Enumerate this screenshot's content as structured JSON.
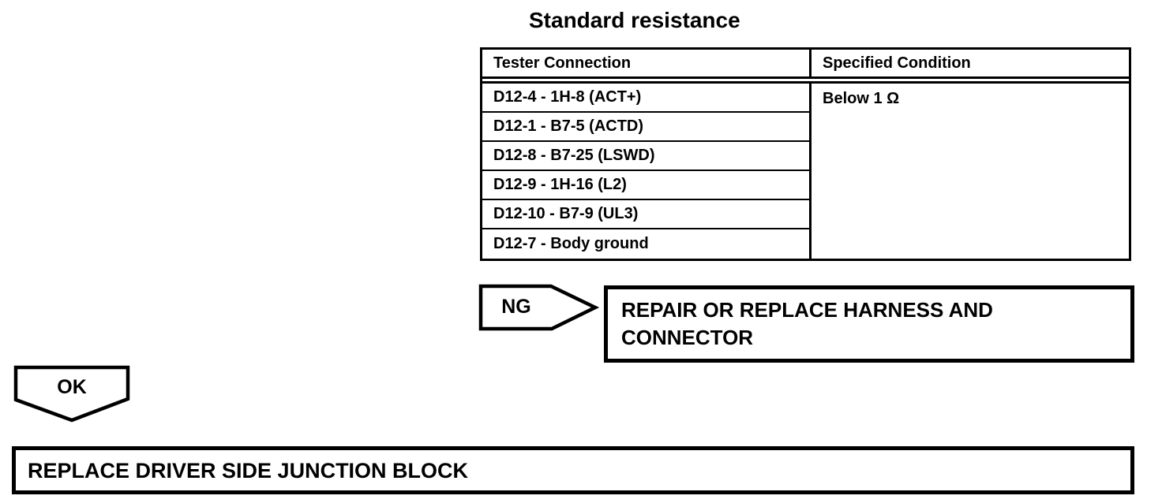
{
  "page": {
    "title": "Standard resistance"
  },
  "table": {
    "headers": [
      "Tester Connection",
      "Specified Condition"
    ],
    "rows": [
      "D12-4 - 1H-8 (ACT+)",
      "D12-1 - B7-5 (ACTD)",
      "D12-8 - B7-25 (LSWD)",
      "D12-9 - 1H-16 (L2)",
      "D12-10 - B7-9 (UL3)",
      "D12-7 - Body ground"
    ],
    "specified_condition": "Below 1 Ω"
  },
  "flow": {
    "ng_label": "NG",
    "ng_action": "REPAIR OR REPLACE HARNESS AND CONNECTOR",
    "ok_label": "OK",
    "ok_action": "REPLACE DRIVER SIDE JUNCTION BLOCK"
  },
  "colors": {
    "ink": "#000000",
    "paper": "#ffffff"
  }
}
